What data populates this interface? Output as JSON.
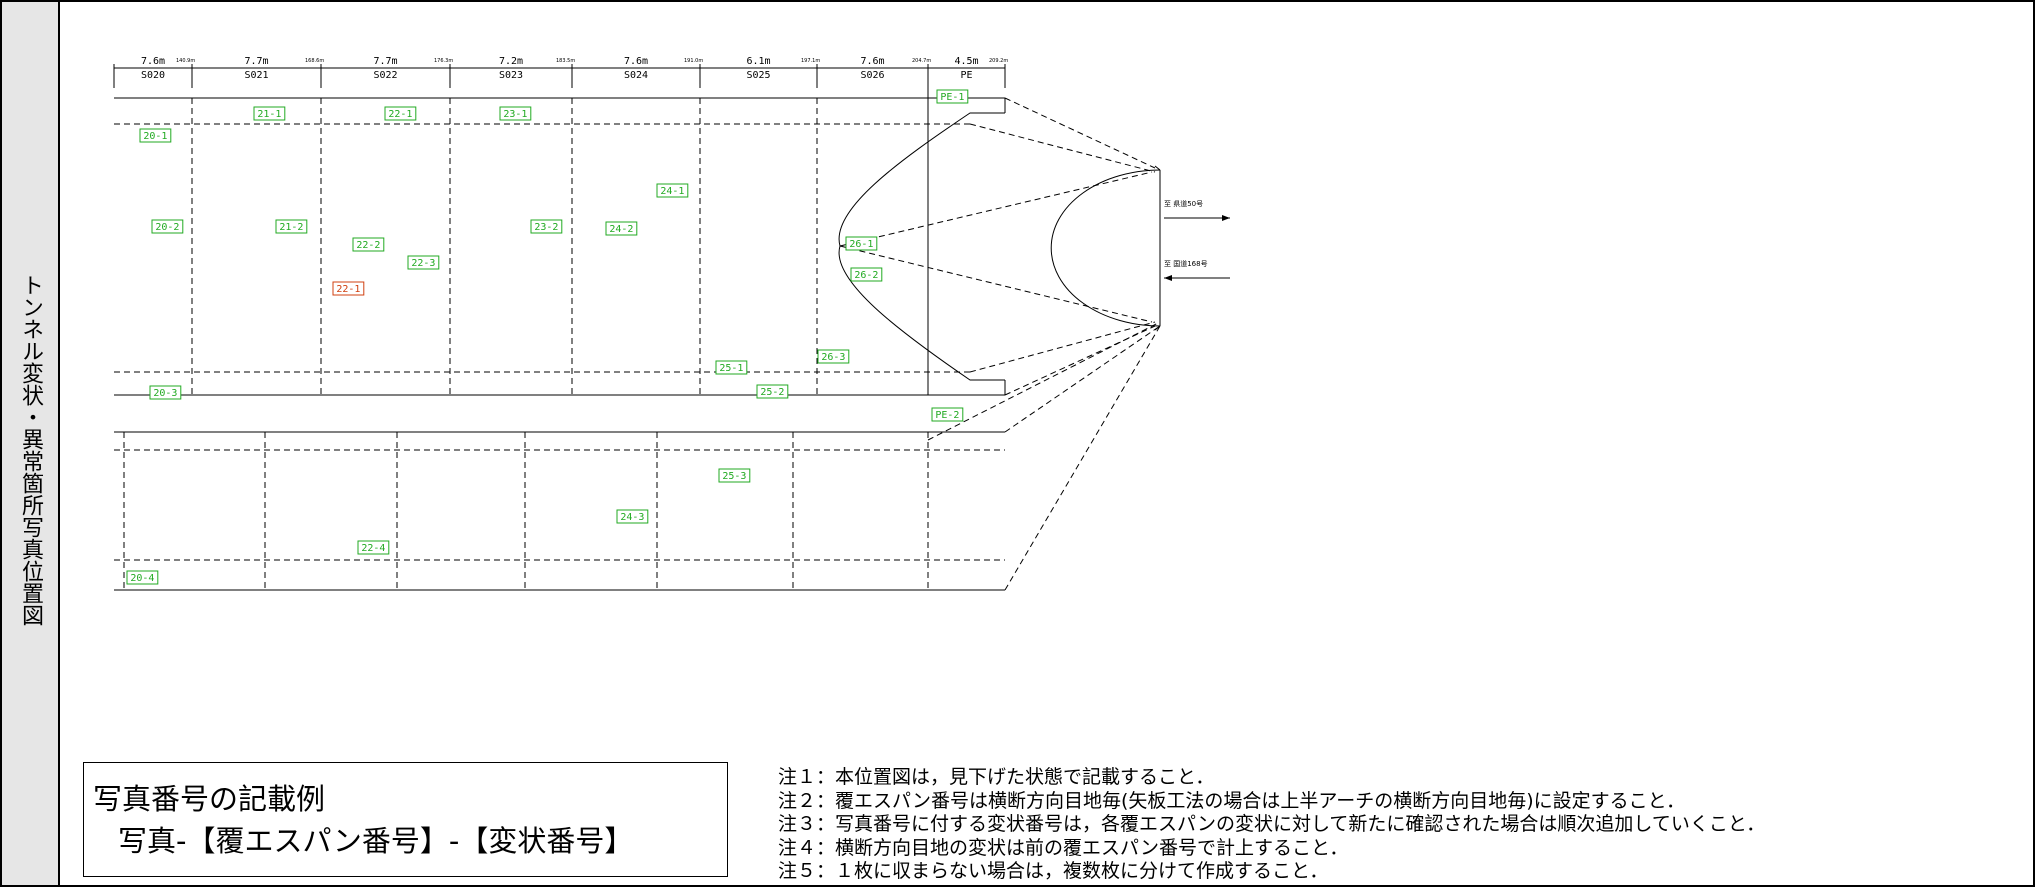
{
  "side_title": "トンネル変状・異常箇所写真位置図",
  "spans": [
    {
      "length": "7.6m",
      "id": "S020"
    },
    {
      "length": "7.7m",
      "id": "S021"
    },
    {
      "length": "7.7m",
      "id": "S022"
    },
    {
      "length": "7.2m",
      "id": "S023"
    },
    {
      "length": "7.6m",
      "id": "S024"
    },
    {
      "length": "6.1m",
      "id": "S025"
    },
    {
      "length": "7.6m",
      "id": "S026"
    },
    {
      "length": "4.5m",
      "id": "PE"
    }
  ],
  "boundary_marks": [
    "140.9m",
    "168.6m",
    "176.3m",
    "183.5m",
    "191.0m",
    "197.1m",
    "204.7m",
    "209.2m"
  ],
  "photo_tags_green": [
    "PE-1",
    "21-1",
    "22-1",
    "23-1",
    "20-1",
    "24-1",
    "20-2",
    "21-2",
    "23-2",
    "24-2",
    "22-2",
    "22-3",
    "26-1",
    "26-2",
    "26-3",
    "25-1",
    "20-3",
    "25-2",
    "PE-2",
    "25-3",
    "24-3",
    "22-4",
    "20-4"
  ],
  "photo_tags_red": [
    "22-1"
  ],
  "directions": [
    {
      "text": "至 県道50号",
      "arrow": "right"
    },
    {
      "text": "至 国道168号",
      "arrow": "left"
    }
  ],
  "colors": {
    "tag_green": "#22aa22",
    "tag_red": "#d04010",
    "side_bg": "#e6e6e6"
  },
  "legend": {
    "title": "写真番号の記載例",
    "example": "写真-【覆エスパン番号】-【変状番号】"
  },
  "notes": [
    "注１：本位置図は，見下げた状態で記載すること．",
    "注２：覆エスパン番号は横断方向目地毎(矢板工法の場合は上半アーチの横断方向目地毎)に設定すること．",
    "注３：写真番号に付する変状番号は，各覆エスパンの変状に対して新たに確認された場合は順次追加していくこと．",
    "注４：横断方向目地の変状は前の覆エスパン番号で計上すること．",
    "注５：１枚に収まらない場合は，複数枚に分けて作成すること．"
  ]
}
